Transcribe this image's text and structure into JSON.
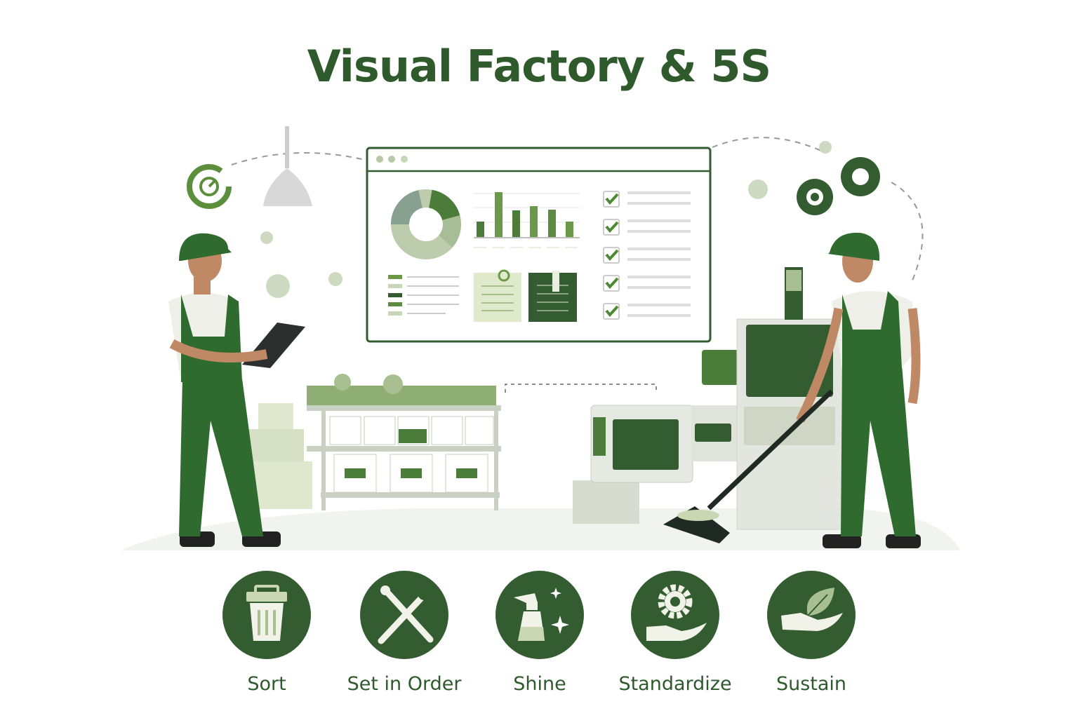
{
  "title": "Visual Factory & 5S",
  "colors": {
    "primary": "#335c31",
    "accent": "#5b8f3c",
    "light": "#c9d8b3",
    "title": "#2e5a2c"
  },
  "dashboard": {
    "icons": [
      "window-dots",
      "donut-chart",
      "bar-chart",
      "checklist",
      "legend-list",
      "note-card",
      "document-card"
    ]
  },
  "steps": [
    {
      "label": "Sort",
      "icon": "trash-icon"
    },
    {
      "label": "Set in Order",
      "icon": "tools-icon"
    },
    {
      "label": "Shine",
      "icon": "spray-bottle-icon"
    },
    {
      "label": "Standardize",
      "icon": "gear-hand-icon"
    },
    {
      "label": "Sustain",
      "icon": "leaf-hand-icon"
    }
  ]
}
